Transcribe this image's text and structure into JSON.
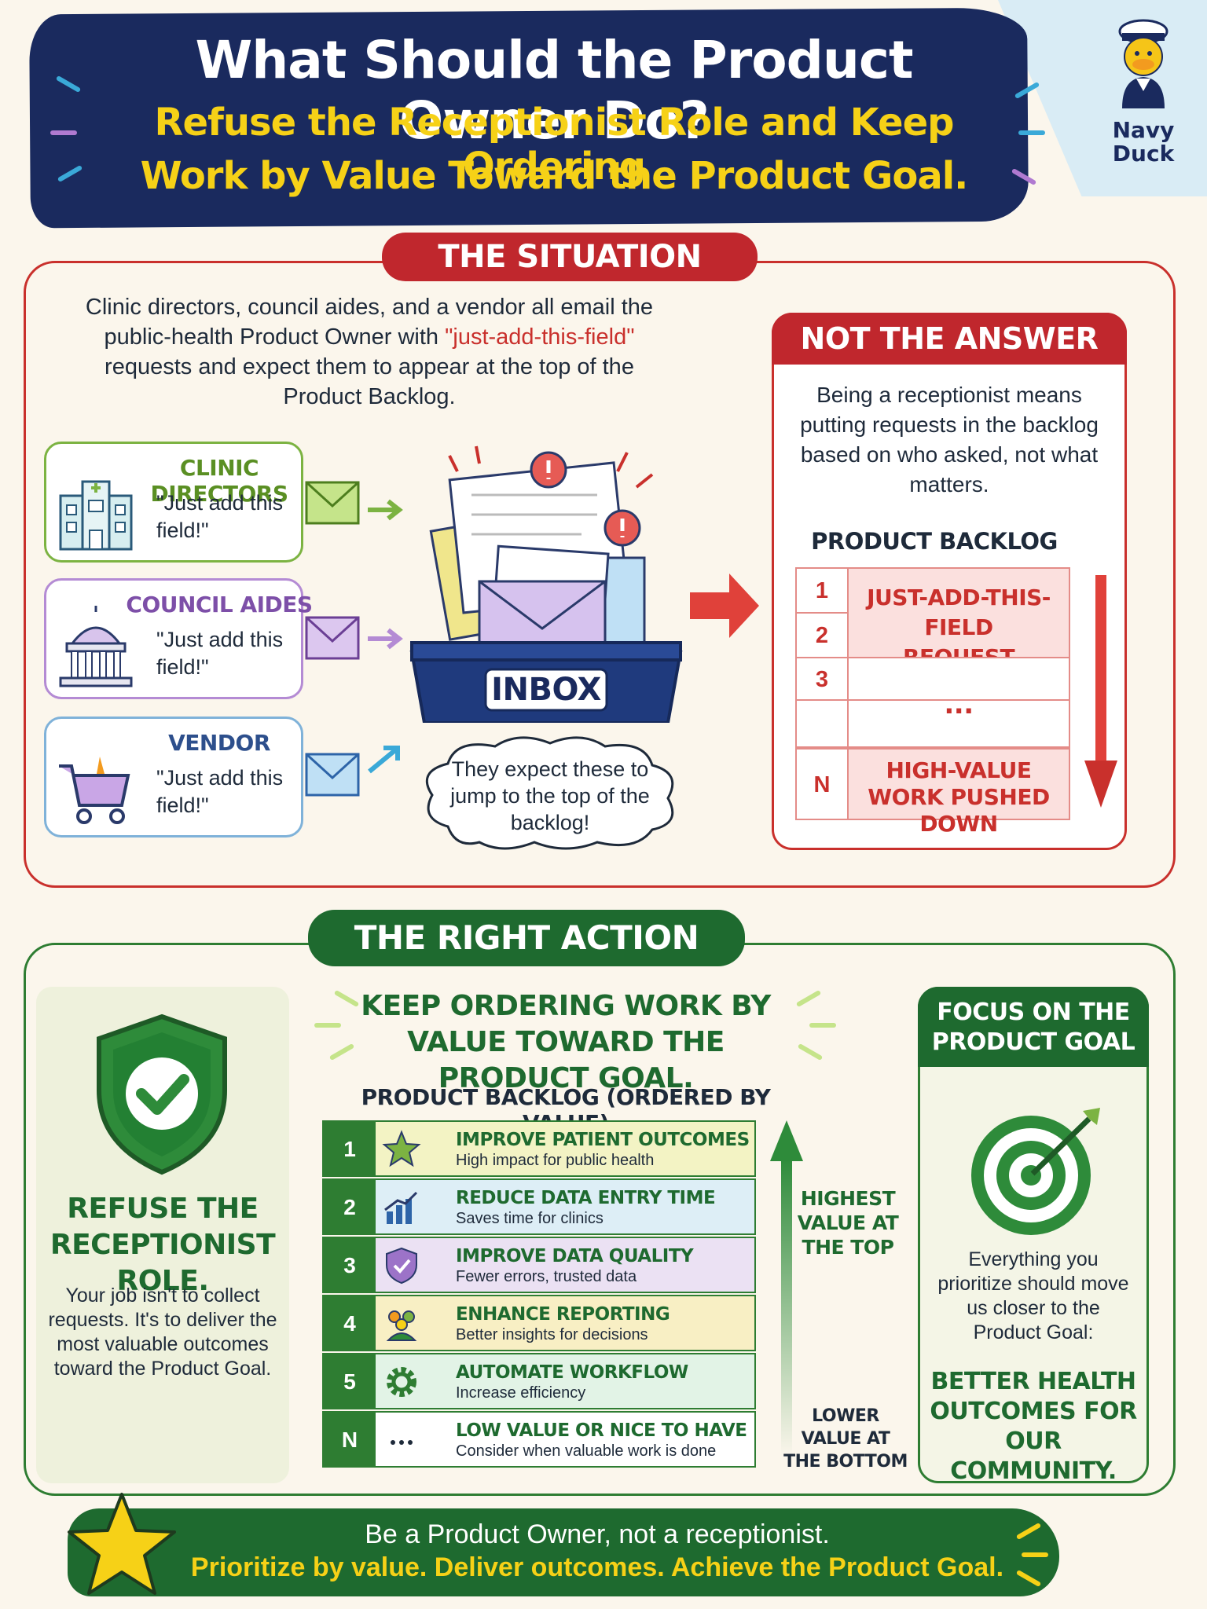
{
  "header": {
    "title": "What Should the Product Owner Do?",
    "subtitle_line1": "Refuse the Receptionist Role and Keep Ordering",
    "subtitle_line2": "Work by Value Toward the Product Goal.",
    "logo_line1": "Navy",
    "logo_line2": "Duck"
  },
  "situation": {
    "tab": "THE SITUATION",
    "intro_before": "Clinic directors, council aides, and a vendor all email the public-health Product Owner with",
    "intro_highlight": "\"just-add-this-field\"",
    "intro_after": "requests and expect them to appear at the top of the Product Backlog.",
    "requesters": [
      {
        "title": "CLINIC DIRECTORS",
        "quote": "\"Just add this field!\"",
        "color": "#7cb342"
      },
      {
        "title": "COUNCIL AIDES",
        "quote": "\"Just add this field!\"",
        "color": "#8e5db5"
      },
      {
        "title": "VENDOR",
        "quote": "\"Just add this field!\"",
        "color": "#2d64a8"
      }
    ],
    "inbox_label": "INBOX",
    "cloud_text": "They expect these to jump to the top of the backlog!",
    "not_answer": {
      "title": "NOT THE ANSWER",
      "text": "Being a receptionist means putting requests in the backlog based on who asked, not what matters.",
      "backlog_title": "PRODUCT BACKLOG",
      "rows": [
        {
          "num": "1",
          "text": "JUST-ADD-THIS-FIELD"
        },
        {
          "num": "2",
          "text": "REQUEST"
        },
        {
          "num": "3",
          "text": ""
        },
        {
          "num": "",
          "text": "..."
        },
        {
          "num": "N",
          "text": "HIGH-VALUE WORK PUSHED DOWN"
        }
      ]
    }
  },
  "right_action": {
    "tab": "THE RIGHT ACTION",
    "refuse_title": "REFUSE THE RECEPTIONIST ROLE.",
    "refuse_text": "Your job isn't to collect requests. It's to deliver the most valuable outcomes toward the Product Goal.",
    "keep_title": "KEEP ORDERING WORK BY VALUE TOWARD THE PRODUCT GOAL.",
    "backlog_title": "PRODUCT BACKLOG (ORDERED BY VALUE)",
    "items": [
      {
        "num": "1",
        "title": "IMPROVE PATIENT OUTCOMES",
        "sub": "High impact for public health",
        "icon": "star-icon",
        "bg": "#f3f3c4"
      },
      {
        "num": "2",
        "title": "REDUCE DATA ENTRY TIME",
        "sub": "Saves time for clinics",
        "icon": "bar-chart-icon",
        "bg": "#ddeef6"
      },
      {
        "num": "3",
        "title": "IMPROVE DATA QUALITY",
        "sub": "Fewer errors, trusted data",
        "icon": "shield-check-icon",
        "bg": "#ebe1f3"
      },
      {
        "num": "4",
        "title": "ENHANCE REPORTING",
        "sub": "Better insights for decisions",
        "icon": "people-icon",
        "bg": "#f8efc4"
      },
      {
        "num": "5",
        "title": "AUTOMATE WORKFLOW",
        "sub": "Increase efficiency",
        "icon": "gear-icon",
        "bg": "#e2f3e6"
      },
      {
        "num": "N",
        "title": "LOW VALUE OR NICE TO HAVE",
        "sub": "Consider when valuable work is done",
        "icon": "ellipsis-icon",
        "bg": "#ffffff"
      }
    ],
    "highest": "HIGHEST VALUE AT THE TOP",
    "lowest": "LOWER VALUE AT THE BOTTOM",
    "goal": {
      "title": "FOCUS ON THE PRODUCT GOAL",
      "text": "Everything you prioritize should move us closer to the Product Goal:",
      "strong": "BETTER HEALTH OUTCOMES FOR OUR COMMUNITY."
    }
  },
  "footer": {
    "line1": "Be a Product Owner, not a receptionist.",
    "line2": "Prioritize by value. Deliver outcomes. Achieve the Product Goal."
  },
  "colors": {
    "navy": "#1a2a5e",
    "red": "#c0272d",
    "green": "#1e6a2f",
    "yellow": "#f6d117"
  }
}
